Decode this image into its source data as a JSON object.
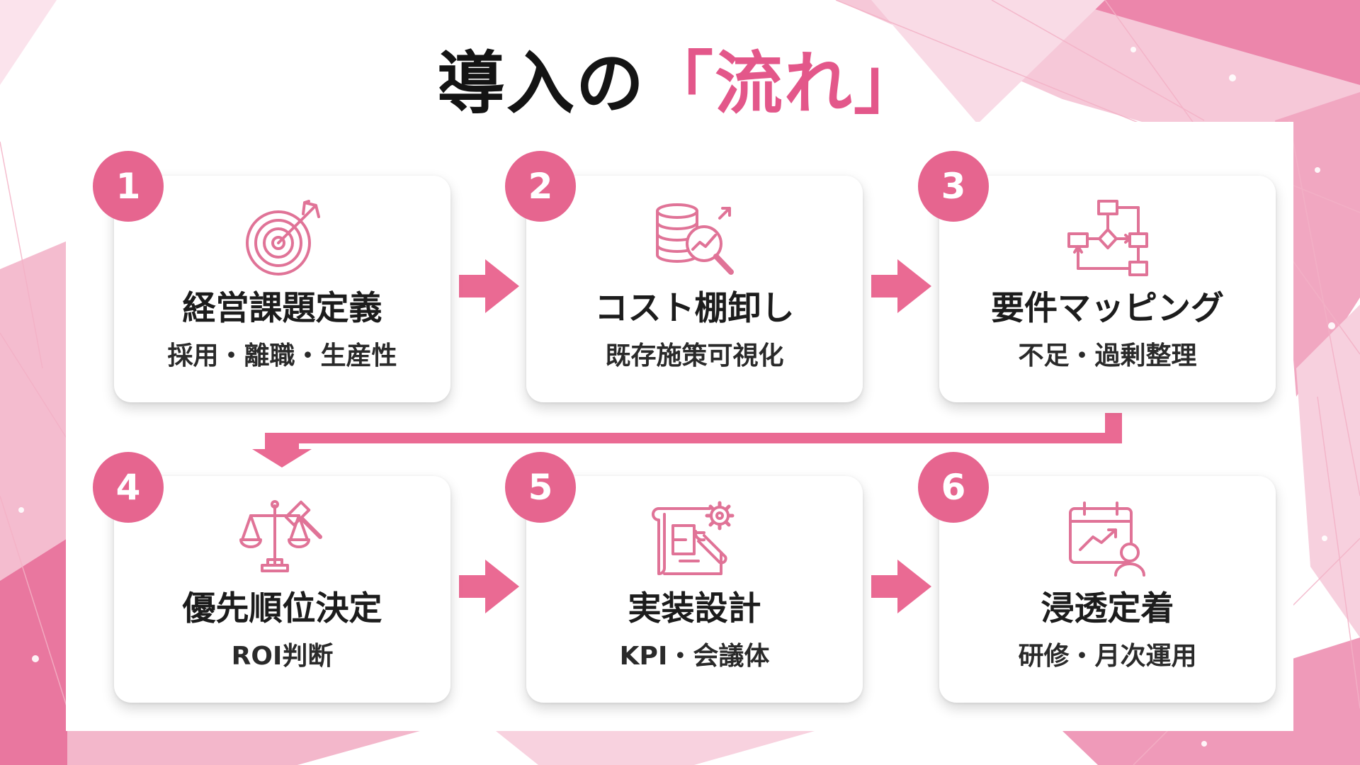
{
  "title": {
    "main": "導入の",
    "accent": "「流れ」"
  },
  "colors": {
    "accent": "#e3578a",
    "badge": "#e6658f",
    "arrow": "#ea6a93",
    "icon": "#e07397"
  },
  "steps": [
    {
      "number": "1",
      "title": "経営課題定義",
      "subtitle": "採用・離職・生産性",
      "icon": "target-icon"
    },
    {
      "number": "2",
      "title": "コスト棚卸し",
      "subtitle": "既存施策可視化",
      "icon": "database-analysis-icon"
    },
    {
      "number": "3",
      "title": "要件マッピング",
      "subtitle": "不足・過剰整理",
      "icon": "flowchart-icon"
    },
    {
      "number": "4",
      "title": "優先順位決定",
      "subtitle": "ROI判断",
      "icon": "scale-gavel-icon"
    },
    {
      "number": "5",
      "title": "実装設計",
      "subtitle": "KPI・会議体",
      "icon": "blueprint-gear-icon"
    },
    {
      "number": "6",
      "title": "浸透定着",
      "subtitle": "研修・月次運用",
      "icon": "calendar-growth-icon"
    }
  ]
}
